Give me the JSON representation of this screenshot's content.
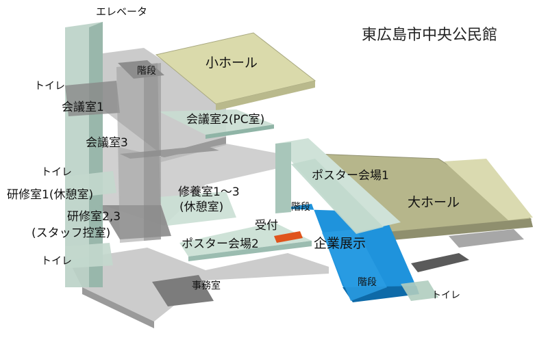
{
  "title": "東広島市中央公民館",
  "labels": {
    "elevator": "エレベータ",
    "toilet_top": "トイレ",
    "stairs_upper": "階段",
    "small_hall": "小ホール",
    "meeting_room_1": "会議室1",
    "meeting_room_2": "会議室2(PC室)",
    "meeting_room_3": "会議室3",
    "toilet_mid": "トイレ",
    "training_room_1": "研修室1(休憩室)",
    "training_room_23": "研修室2,3",
    "staff_waiting": "(スタッフ控室)",
    "culture_rooms": "修養室1〜3",
    "rest_room": "(休憩室)",
    "poster_hall_1": "ポスター会場1",
    "large_hall": "大ホール",
    "stairs_front": "階段",
    "reception": "受付",
    "poster_hall_2": "ポスター会場2",
    "corporate_exhibit": "企業展示",
    "toilet_low": "トイレ",
    "stairs_exhibit": "階段",
    "office": "事務室",
    "toilet_right": "トイレ"
  },
  "colors": {
    "concrete": "#b8b8b8",
    "concrete_dark": "#8e8e8e",
    "glass": "#c8ddd2",
    "glass_dark": "#9ab8ad",
    "hall": "#d8d8aa",
    "large_hall": "#b5b58a",
    "exhibit": "#1c8fd8",
    "exhibit_dark": "#0e6aa8",
    "reception": "#e0541c",
    "shadow": "#6a6a6a"
  }
}
